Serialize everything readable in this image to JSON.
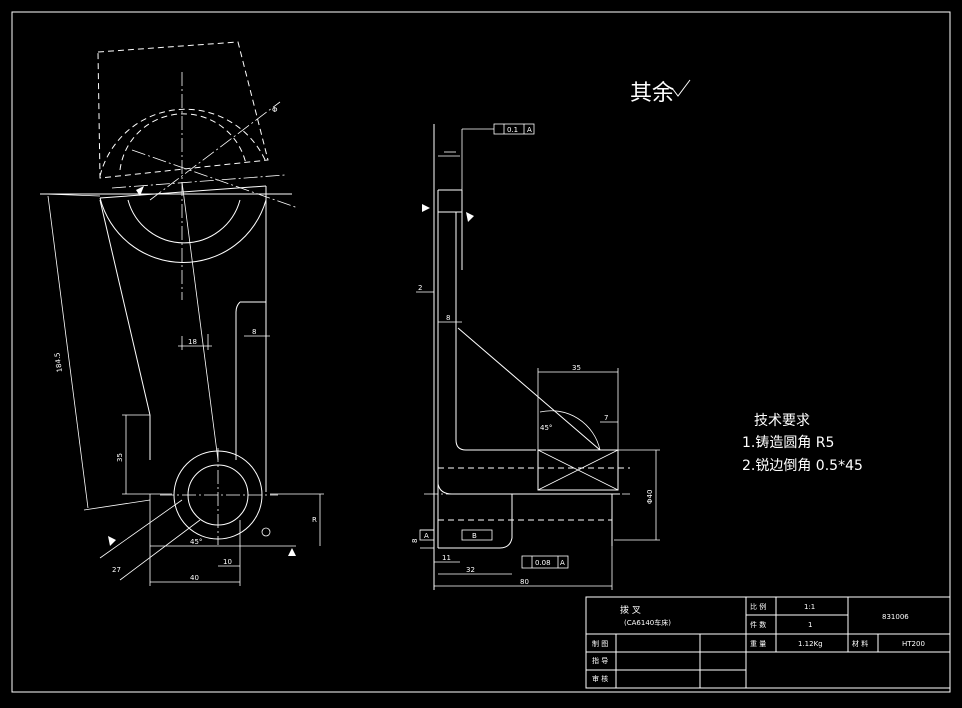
{
  "header": {
    "surface_note": "其余"
  },
  "tech_requirements": {
    "title": "技术要求",
    "item1": "1.铸造圆角 R5",
    "item2": "2.锐边倒角 0.5*45"
  },
  "front_view": {
    "dim_left_long": "184.5",
    "dim_35": "35",
    "dim_18": "18",
    "dim_8": "8",
    "dim_10": "10",
    "dim_40": "40",
    "dim_45deg": "45°",
    "dim_27": "27",
    "dim_r": "R",
    "dim_phi": "Φ"
  },
  "side_view": {
    "tol_flatness": "0.1",
    "tol_datum_a": "A",
    "tol_perp": "0.08",
    "dim_2": "2",
    "dim_8": "8",
    "dim_35": "35",
    "dim_45deg": "45°",
    "dim_7": "7",
    "dim_phi40": "Φ40",
    "dim_8b": "8",
    "dim_11": "11",
    "dim_32": "32",
    "dim_80": "80",
    "datum_a": "A",
    "datum_b": "B"
  },
  "title_block": {
    "part_name": "拨    叉",
    "part_sub": "(CA6140车床)",
    "scale_label": "比 例",
    "scale_value": "1:1",
    "qty_label": "件 数",
    "qty_value": "1",
    "weight_label": "重 量",
    "weight_value": "1.12Kg",
    "drawing_no": "831006",
    "material_label": "材 料",
    "material_value": "HT200",
    "drawn_label": "制 图",
    "guide_label": "指 导",
    "review_label": "审 核"
  }
}
